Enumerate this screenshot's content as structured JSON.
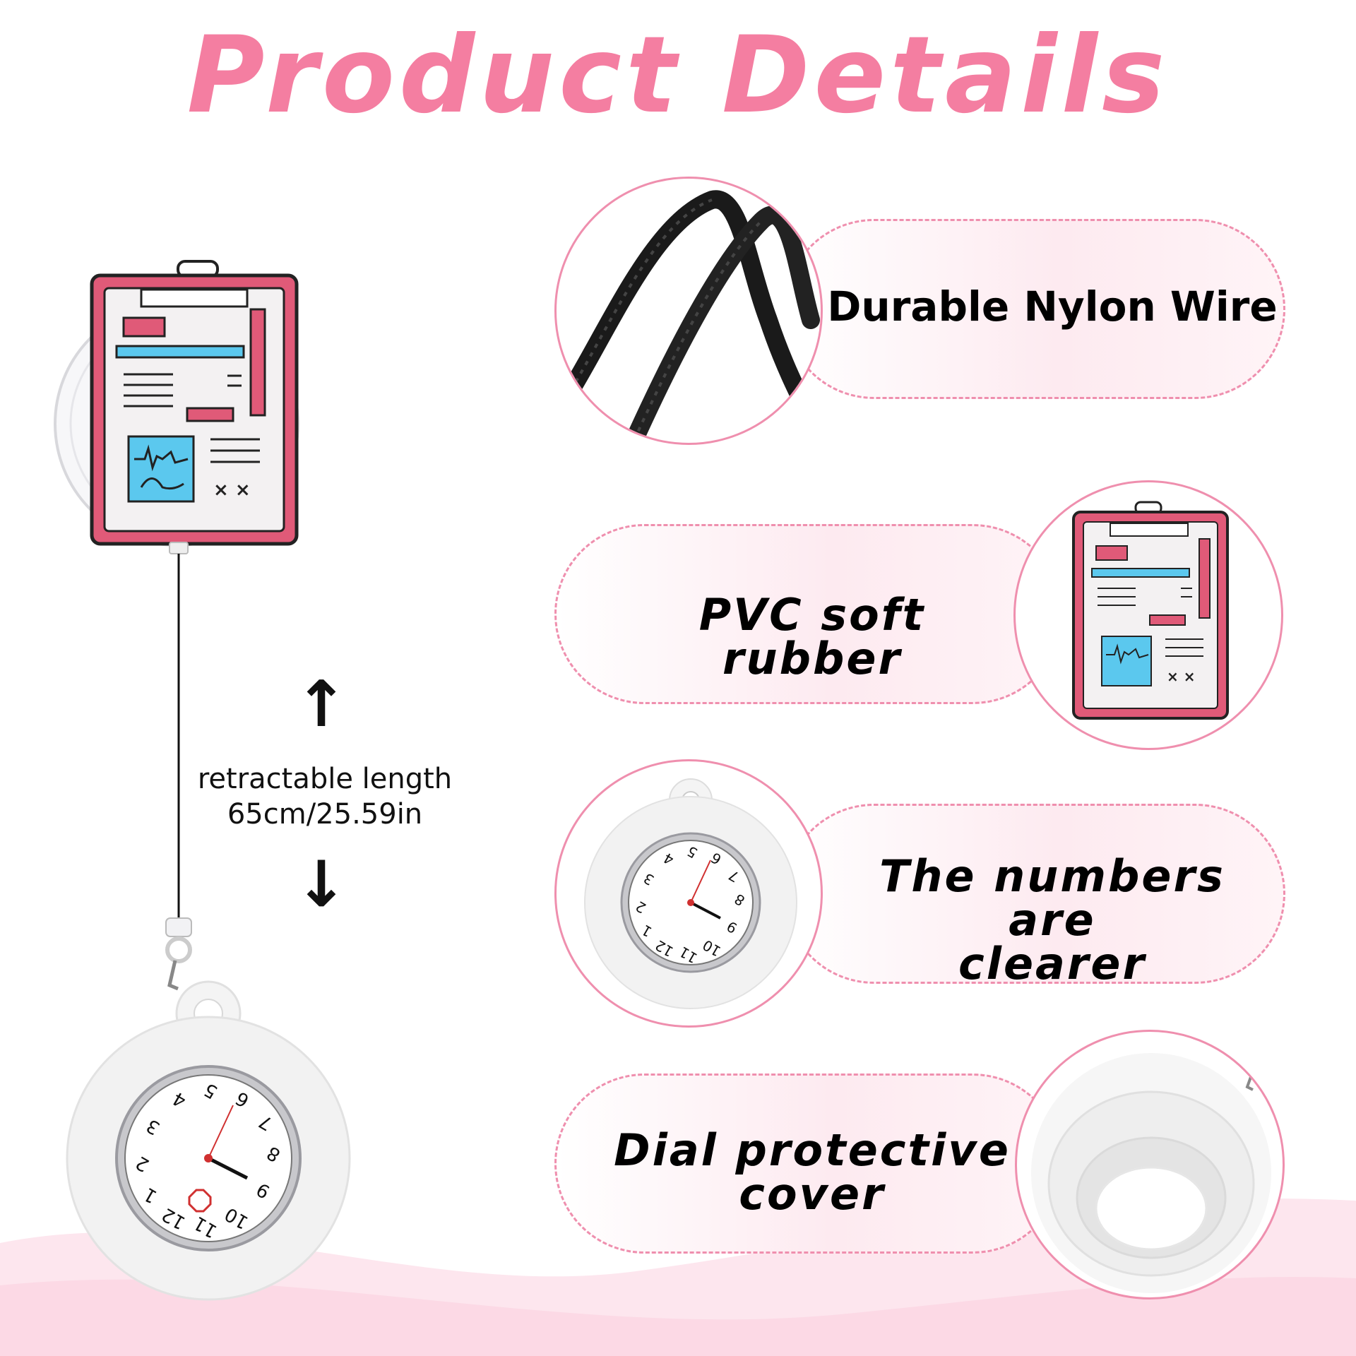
{
  "title": "Product Details",
  "retractable": {
    "line1": "retractable length",
    "line2": "65cm/25.59in"
  },
  "features": [
    {
      "label": "Durable Nylon Wire",
      "image": "nylon-wire-photo"
    },
    {
      "label": "PVC soft rubber",
      "image": "clipboard-badge-photo"
    },
    {
      "label_line1": "The numbers are",
      "label_line2": "clearer",
      "image": "watch-photo"
    },
    {
      "label_line1": "Dial protective",
      "label_line2": "cover",
      "image": "silicone-cover-photo"
    }
  ],
  "colors": {
    "accent": "#f47ea1",
    "pill_border": "#ef8fae",
    "clipboard_red": "#e05a78",
    "clipboard_blue": "#5bc8ee"
  }
}
